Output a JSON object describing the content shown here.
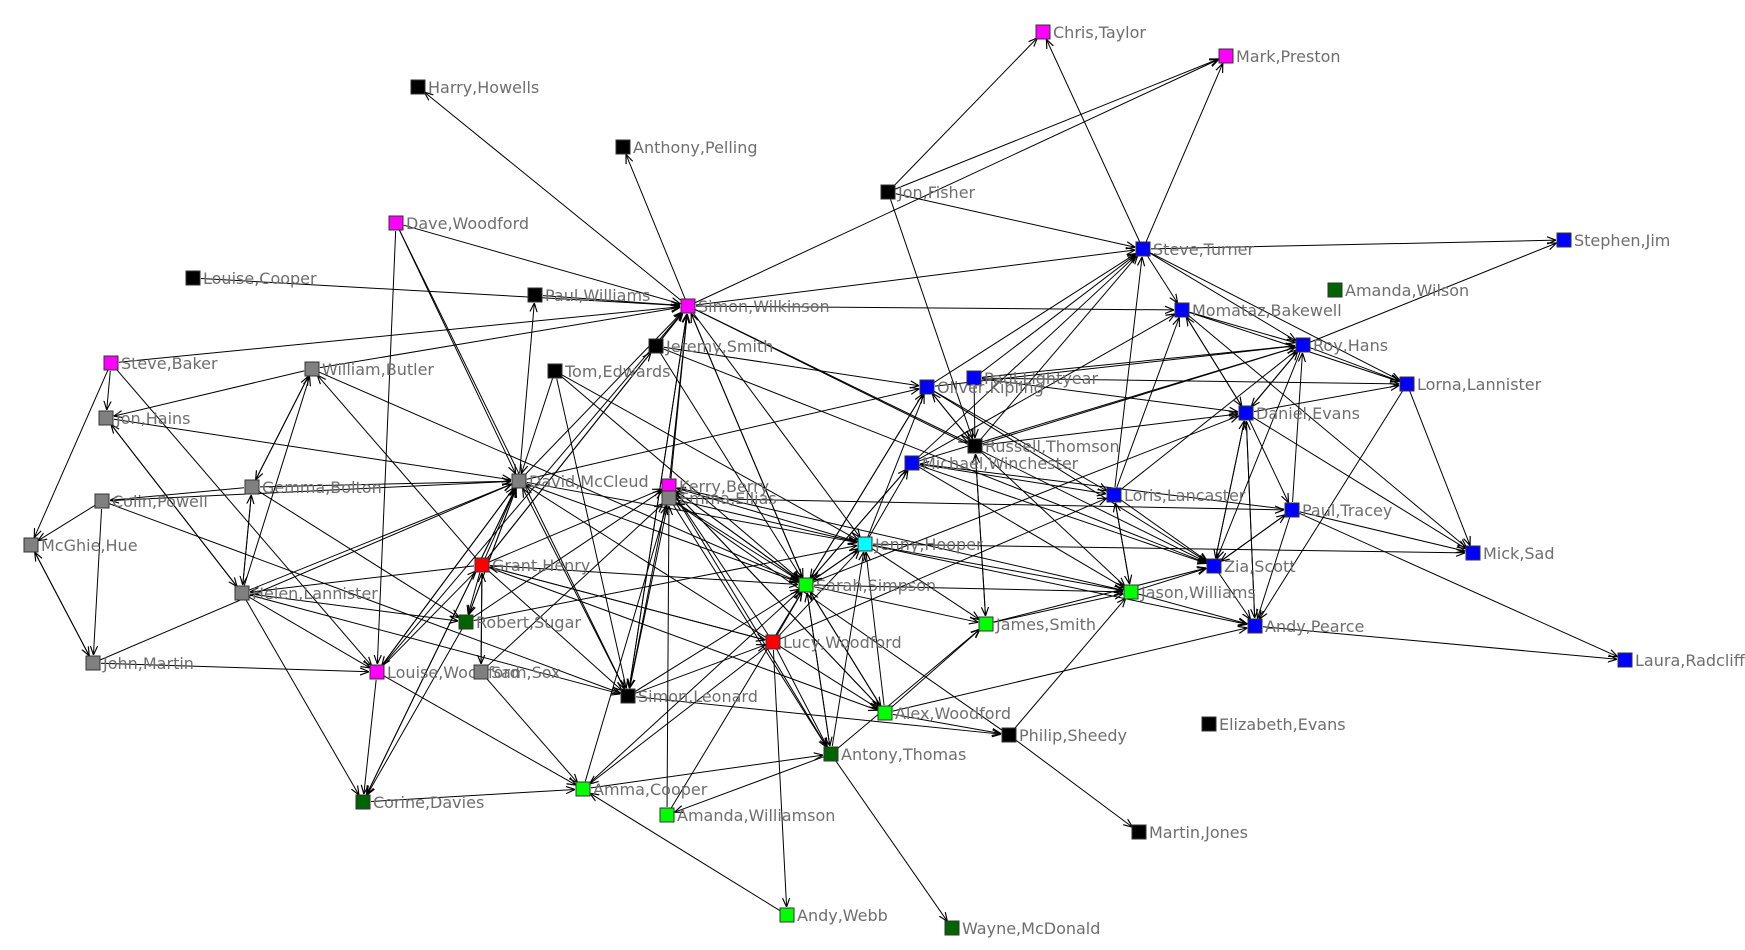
{
  "colors": {
    "magenta": "#ff00ff",
    "black": "#000000",
    "gray": "#808080",
    "red": "#ff0000",
    "blue": "#0000ff",
    "cyan": "#00ffff",
    "green": "#00ff00",
    "darkgreen": "#006400",
    "edge": "#000000",
    "label": "#6e6e6e"
  },
  "nodes": [
    {
      "id": "chris_taylor",
      "label": "Chris,Taylor",
      "color": "magenta"
    },
    {
      "id": "mark_preston",
      "label": "Mark,Preston",
      "color": "magenta"
    },
    {
      "id": "harry_howells",
      "label": "Harry,Howells",
      "color": "black"
    },
    {
      "id": "anthony_pelling",
      "label": "Anthony,Pelling",
      "color": "black"
    },
    {
      "id": "jon_fisher",
      "label": "Jon,Fisher",
      "color": "black"
    },
    {
      "id": "dave_woodford",
      "label": "Dave,Woodford",
      "color": "magenta"
    },
    {
      "id": "steve_turner",
      "label": "Steve,Turner",
      "color": "blue"
    },
    {
      "id": "stephen_jim",
      "label": "Stephen,Jim",
      "color": "blue"
    },
    {
      "id": "louise_cooper",
      "label": "Louise,Cooper",
      "color": "black"
    },
    {
      "id": "amanda_wilson",
      "label": "Amanda,Wilson",
      "color": "darkgreen"
    },
    {
      "id": "paul_williams",
      "label": "Paul,Williams",
      "color": "black"
    },
    {
      "id": "simon_wilkinson",
      "label": "Simon,Wilkinson",
      "color": "magenta"
    },
    {
      "id": "momataz_bakewell",
      "label": "Momataz,Bakewell",
      "color": "blue"
    },
    {
      "id": "jeremy_smith",
      "label": "Jeremy,Smith",
      "color": "black"
    },
    {
      "id": "roy_hans",
      "label": "Roy,Hans",
      "color": "blue"
    },
    {
      "id": "steve_baker",
      "label": "Steve,Baker",
      "color": "magenta"
    },
    {
      "id": "william_butler",
      "label": "William,Butler",
      "color": "gray"
    },
    {
      "id": "tom_edwards",
      "label": "Tom,Edwards",
      "color": "black"
    },
    {
      "id": "paul_lightyear",
      "label": "Paul,Lightyear",
      "color": "blue"
    },
    {
      "id": "oliver_kipling",
      "label": "Oliver,Kipling",
      "color": "blue"
    },
    {
      "id": "lorna_lannister",
      "label": "Lorna,Lannister",
      "color": "blue"
    },
    {
      "id": "jon_hains",
      "label": "Jon,Hains",
      "color": "gray"
    },
    {
      "id": "daniel_evans",
      "label": "Daniel,Evans",
      "color": "blue"
    },
    {
      "id": "russell_thomson",
      "label": "Russell,Thomson",
      "color": "black"
    },
    {
      "id": "michael_winchester",
      "label": "Michael,Winchester",
      "color": "blue"
    },
    {
      "id": "gemma_bolton",
      "label": "Gemma,Bolton",
      "color": "gray"
    },
    {
      "id": "david_mccleud",
      "label": "David,McCleud",
      "color": "gray"
    },
    {
      "id": "kerry_berry",
      "label": "Kerry,Berry",
      "color": "magenta"
    },
    {
      "id": "emma_ellias",
      "label": "Emma,Ellias",
      "color": "gray"
    },
    {
      "id": "colin_powell",
      "label": "Colin,Powell",
      "color": "gray"
    },
    {
      "id": "loris_lancaster",
      "label": "Loris,Lancaster",
      "color": "blue"
    },
    {
      "id": "paul_tracey",
      "label": "Paul,Tracey",
      "color": "blue"
    },
    {
      "id": "mcghie_hue",
      "label": "McGhie,Hue",
      "color": "gray"
    },
    {
      "id": "jenny_hooper",
      "label": "Jenny,Hooper",
      "color": "cyan"
    },
    {
      "id": "mick_sad",
      "label": "Mick,Sad",
      "color": "blue"
    },
    {
      "id": "grant_henry",
      "label": "Grant,Henry",
      "color": "red"
    },
    {
      "id": "zia_scott",
      "label": "Zia,Scott",
      "color": "blue"
    },
    {
      "id": "sarah_simpson",
      "label": "Sarah,Simpson",
      "color": "green"
    },
    {
      "id": "jason_williams",
      "label": "Jason,Williams",
      "color": "green"
    },
    {
      "id": "helen_lannister",
      "label": "Helen,Lannister",
      "color": "gray"
    },
    {
      "id": "robert_sugar",
      "label": "Robert,Sugar",
      "color": "darkgreen"
    },
    {
      "id": "james_smith",
      "label": "James,Smith",
      "color": "green"
    },
    {
      "id": "andy_pearce",
      "label": "Andy,Pearce",
      "color": "blue"
    },
    {
      "id": "lucy_woodford",
      "label": "Lucy,Woodford",
      "color": "red"
    },
    {
      "id": "laura_radcliffe",
      "label": "Laura,Radcliffe",
      "color": "blue"
    },
    {
      "id": "john_martin",
      "label": "John,Martin",
      "color": "gray"
    },
    {
      "id": "louise_woodford",
      "label": "Louise,Woodford",
      "color": "magenta"
    },
    {
      "id": "sam_sox",
      "label": "Sam,Sox",
      "color": "gray"
    },
    {
      "id": "simon_leonard",
      "label": "Simon,Leonard",
      "color": "black"
    },
    {
      "id": "alex_woodford",
      "label": "Alex,Woodford",
      "color": "green"
    },
    {
      "id": "elizabeth_evans",
      "label": "Elizabeth,Evans",
      "color": "black"
    },
    {
      "id": "philip_sheedy",
      "label": "Philip,Sheedy",
      "color": "black"
    },
    {
      "id": "antony_thomas",
      "label": "Antony,Thomas",
      "color": "darkgreen"
    },
    {
      "id": "corine_davies",
      "label": "Corine,Davies",
      "color": "darkgreen"
    },
    {
      "id": "amma_cooper",
      "label": "Amma,Cooper",
      "color": "green"
    },
    {
      "id": "amanda_williamson",
      "label": "Amanda,Williamson",
      "color": "green"
    },
    {
      "id": "martin_jones",
      "label": "Martin,Jones",
      "color": "black"
    },
    {
      "id": "andy_webb",
      "label": "Andy,Webb",
      "color": "green"
    },
    {
      "id": "wayne_mcdonald",
      "label": "Wayne,McDonald",
      "color": "darkgreen"
    }
  ],
  "edges": [
    [
      "jon_fisher",
      "chris_taylor"
    ],
    [
      "jon_fisher",
      "mark_preston"
    ],
    [
      "jon_fisher",
      "steve_turner"
    ],
    [
      "jon_fisher",
      "russell_thomson"
    ],
    [
      "steve_turner",
      "chris_taylor"
    ],
    [
      "steve_turner",
      "mark_preston"
    ],
    [
      "steve_turner",
      "stephen_jim"
    ],
    [
      "steve_turner",
      "momataz_bakewell"
    ],
    [
      "steve_turner",
      "roy_hans"
    ],
    [
      "steve_turner",
      "lorna_lannister"
    ],
    [
      "simon_wilkinson",
      "harry_howells"
    ],
    [
      "simon_wilkinson",
      "anthony_pelling"
    ],
    [
      "simon_wilkinson",
      "mark_preston"
    ],
    [
      "simon_wilkinson",
      "steve_turner"
    ],
    [
      "simon_wilkinson",
      "momataz_bakewell"
    ],
    [
      "simon_wilkinson",
      "russell_thomson"
    ],
    [
      "simon_wilkinson",
      "sarah_simpson"
    ],
    [
      "simon_wilkinson",
      "jenny_hooper"
    ],
    [
      "simon_wilkinson",
      "simon_leonard"
    ],
    [
      "simon_wilkinson",
      "zia_scott"
    ],
    [
      "louise_cooper",
      "simon_wilkinson"
    ],
    [
      "paul_williams",
      "simon_wilkinson"
    ],
    [
      "dave_woodford",
      "simon_wilkinson"
    ],
    [
      "dave_woodford",
      "david_mccleud"
    ],
    [
      "dave_woodford",
      "louise_woodford"
    ],
    [
      "dave_woodford",
      "simon_leonard"
    ],
    [
      "steve_baker",
      "simon_wilkinson"
    ],
    [
      "steve_baker",
      "mcghie_hue"
    ],
    [
      "steve_baker",
      "jon_hains"
    ],
    [
      "steve_baker",
      "louise_woodford"
    ],
    [
      "william_butler",
      "simon_wilkinson"
    ],
    [
      "william_butler",
      "gemma_bolton"
    ],
    [
      "william_butler",
      "jon_hains"
    ],
    [
      "william_butler",
      "sarah_simpson"
    ],
    [
      "jeremy_smith",
      "simon_wilkinson"
    ],
    [
      "jeremy_smith",
      "oliver_kipling"
    ],
    [
      "jeremy_smith",
      "sarah_simpson"
    ],
    [
      "jeremy_smith",
      "zia_scott"
    ],
    [
      "tom_edwards",
      "david_mccleud"
    ],
    [
      "tom_edwards",
      "sarah_simpson"
    ],
    [
      "tom_edwards",
      "jenny_hooper"
    ],
    [
      "tom_edwards",
      "simon_leonard"
    ],
    [
      "jon_hains",
      "david_mccleud"
    ],
    [
      "jon_hains",
      "helen_lannister"
    ],
    [
      "colin_powell",
      "mcghie_hue"
    ],
    [
      "colin_powell",
      "john_martin"
    ],
    [
      "colin_powell",
      "david_mccleud"
    ],
    [
      "colin_powell",
      "simon_leonard"
    ],
    [
      "gemma_bolton",
      "david_mccleud"
    ],
    [
      "gemma_bolton",
      "helen_lannister"
    ],
    [
      "gemma_bolton",
      "william_butler"
    ],
    [
      "gemma_bolton",
      "robert_sugar"
    ],
    [
      "gemma_bolton",
      "colin_powell"
    ],
    [
      "mcghie_hue",
      "john_martin"
    ],
    [
      "john_martin",
      "mcghie_hue"
    ],
    [
      "john_martin",
      "louise_woodford"
    ],
    [
      "john_martin",
      "david_mccleud"
    ],
    [
      "helen_lannister",
      "david_mccleud"
    ],
    [
      "helen_lannister",
      "robert_sugar"
    ],
    [
      "helen_lannister",
      "corine_davies"
    ],
    [
      "helen_lannister",
      "louise_woodford"
    ],
    [
      "helen_lannister",
      "gemma_bolton"
    ],
    [
      "helen_lannister",
      "william_butler"
    ],
    [
      "helen_lannister",
      "jon_hains"
    ],
    [
      "helen_lannister",
      "simon_leonard"
    ],
    [
      "david_mccleud",
      "simon_wilkinson"
    ],
    [
      "david_mccleud",
      "oliver_kipling"
    ],
    [
      "david_mccleud",
      "paul_williams"
    ],
    [
      "david_mccleud",
      "sarah_simpson"
    ],
    [
      "david_mccleud",
      "jenny_hooper"
    ],
    [
      "david_mccleud",
      "louise_woodford"
    ],
    [
      "david_mccleud",
      "robert_sugar"
    ],
    [
      "david_mccleud",
      "corine_davies"
    ],
    [
      "grant_henry",
      "david_mccleud"
    ],
    [
      "grant_henry",
      "simon_wilkinson"
    ],
    [
      "grant_henry",
      "jeremy_smith"
    ],
    [
      "grant_henry",
      "kerry_berry"
    ],
    [
      "grant_henry",
      "sarah_simpson"
    ],
    [
      "grant_henry",
      "robert_sugar"
    ],
    [
      "grant_henry",
      "sam_sox"
    ],
    [
      "grant_henry",
      "simon_leonard"
    ],
    [
      "grant_henry",
      "lucy_woodford"
    ],
    [
      "grant_henry",
      "alex_woodford"
    ],
    [
      "grant_henry",
      "william_butler"
    ],
    [
      "grant_henry",
      "helen_lannister"
    ],
    [
      "robert_sugar",
      "david_mccleud"
    ],
    [
      "robert_sugar",
      "kerry_berry"
    ],
    [
      "robert_sugar",
      "jenny_hooper"
    ],
    [
      "robert_sugar",
      "corine_davies"
    ],
    [
      "louise_woodford",
      "simon_wilkinson"
    ],
    [
      "louise_woodford",
      "david_mccleud"
    ],
    [
      "louise_woodford",
      "corine_davies"
    ],
    [
      "louise_woodford",
      "amma_cooper"
    ],
    [
      "louise_woodford",
      "grant_henry"
    ],
    [
      "sam_sox",
      "emma_ellias"
    ],
    [
      "sam_sox",
      "amma_cooper"
    ],
    [
      "sam_sox",
      "grant_henry"
    ],
    [
      "kerry_berry",
      "simon_wilkinson"
    ],
    [
      "kerry_berry",
      "sarah_simpson"
    ],
    [
      "kerry_berry",
      "alex_woodford"
    ],
    [
      "kerry_berry",
      "jason_williams"
    ],
    [
      "emma_ellias",
      "simon_wilkinson"
    ],
    [
      "emma_ellias",
      "sarah_simpson"
    ],
    [
      "emma_ellias",
      "jenny_hooper"
    ],
    [
      "emma_ellias",
      "simon_leonard"
    ],
    [
      "emma_ellias",
      "paul_tracey"
    ],
    [
      "emma_ellias",
      "antony_thomas"
    ],
    [
      "simon_leonard",
      "kerry_berry"
    ],
    [
      "simon_leonard",
      "simon_wilkinson"
    ],
    [
      "simon_leonard",
      "sarah_simpson"
    ],
    [
      "simon_leonard",
      "lucy_woodford"
    ],
    [
      "simon_leonard",
      "philip_sheedy"
    ],
    [
      "simon_leonard",
      "david_mccleud"
    ],
    [
      "sarah_simpson",
      "simon_wilkinson"
    ],
    [
      "sarah_simpson",
      "jenny_hooper"
    ],
    [
      "sarah_simpson",
      "jason_williams"
    ],
    [
      "sarah_simpson",
      "james_smith"
    ],
    [
      "sarah_simpson",
      "oliver_kipling"
    ],
    [
      "sarah_simpson",
      "michael_winchester"
    ],
    [
      "sarah_simpson",
      "antony_thomas"
    ],
    [
      "sarah_simpson",
      "alex_woodford"
    ],
    [
      "sarah_simpson",
      "kerry_berry"
    ],
    [
      "sarah_simpson",
      "daniel_evans"
    ],
    [
      "jenny_hooper",
      "oliver_kipling"
    ],
    [
      "jenny_hooper",
      "michael_winchester"
    ],
    [
      "jenny_hooper",
      "mick_sad"
    ],
    [
      "jenny_hooper",
      "jason_williams"
    ],
    [
      "jenny_hooper",
      "james_smith"
    ],
    [
      "jenny_hooper",
      "andy_pearce"
    ],
    [
      "jenny_hooper",
      "sarah_simpson"
    ],
    [
      "jenny_hooper",
      "kerry_berry"
    ],
    [
      "lucy_woodford",
      "kerry_berry"
    ],
    [
      "lucy_woodford",
      "sarah_simpson"
    ],
    [
      "lucy_woodford",
      "jenny_hooper"
    ],
    [
      "lucy_woodford",
      "andy_webb"
    ],
    [
      "lucy_woodford",
      "antony_thomas"
    ],
    [
      "lucy_woodford",
      "alex_woodford"
    ],
    [
      "lucy_woodford",
      "amma_cooper"
    ],
    [
      "lucy_woodford",
      "grant_henry"
    ],
    [
      "lucy_woodford",
      "loris_lancaster"
    ],
    [
      "lucy_woodford",
      "david_mccleud"
    ],
    [
      "alex_woodford",
      "sarah_simpson"
    ],
    [
      "alex_woodford",
      "jenny_hooper"
    ],
    [
      "alex_woodford",
      "james_smith"
    ],
    [
      "alex_woodford",
      "kerry_berry"
    ],
    [
      "alex_woodford",
      "andy_pearce"
    ],
    [
      "alex_woodford",
      "philip_sheedy"
    ],
    [
      "antony_thomas",
      "sarah_simpson"
    ],
    [
      "antony_thomas",
      "wayne_mcdonald"
    ],
    [
      "antony_thomas",
      "amanda_williamson"
    ],
    [
      "antony_thomas",
      "jenny_hooper"
    ],
    [
      "antony_thomas",
      "james_smith"
    ],
    [
      "antony_thomas",
      "kerry_berry"
    ],
    [
      "amma_cooper",
      "sarah_simpson"
    ],
    [
      "amma_cooper",
      "antony_thomas"
    ],
    [
      "amma_cooper",
      "emma_ellias"
    ],
    [
      "amanda_williamson",
      "sarah_simpson"
    ],
    [
      "amanda_williamson",
      "emma_ellias"
    ],
    [
      "andy_webb",
      "amma_cooper"
    ],
    [
      "corine_davies",
      "amma_cooper"
    ],
    [
      "corine_davies",
      "david_mccleud"
    ],
    [
      "philip_sheedy",
      "martin_jones"
    ],
    [
      "philip_sheedy",
      "emma_ellias"
    ],
    [
      "philip_sheedy",
      "jason_williams"
    ],
    [
      "james_smith",
      "jason_williams"
    ],
    [
      "james_smith",
      "russell_thomson"
    ],
    [
      "james_smith",
      "zia_scott"
    ],
    [
      "russell_thomson",
      "oliver_kipling"
    ],
    [
      "russell_thomson",
      "steve_turner"
    ],
    [
      "russell_thomson",
      "daniel_evans"
    ],
    [
      "russell_thomson",
      "roy_hans"
    ],
    [
      "russell_thomson",
      "james_smith"
    ],
    [
      "russell_thomson",
      "jason_williams"
    ],
    [
      "oliver_kipling",
      "steve_turner"
    ],
    [
      "oliver_kipling",
      "roy_hans"
    ],
    [
      "oliver_kipling",
      "loris_lancaster"
    ],
    [
      "oliver_kipling",
      "russell_thomson"
    ],
    [
      "oliver_kipling",
      "sarah_simpson"
    ],
    [
      "oliver_kipling",
      "zia_scott"
    ],
    [
      "paul_lightyear",
      "steve_turner"
    ],
    [
      "paul_lightyear",
      "roy_hans"
    ],
    [
      "paul_lightyear",
      "lorna_lannister"
    ],
    [
      "paul_lightyear",
      "daniel_evans"
    ],
    [
      "paul_lightyear",
      "russell_thomson"
    ],
    [
      "michael_winchester",
      "steve_turner"
    ],
    [
      "michael_winchester",
      "momataz_bakewell"
    ],
    [
      "michael_winchester",
      "loris_lancaster"
    ],
    [
      "michael_winchester",
      "zia_scott"
    ],
    [
      "michael_winchester",
      "roy_hans"
    ],
    [
      "michael_winchester",
      "sarah_simpson"
    ],
    [
      "michael_winchester",
      "jason_williams"
    ],
    [
      "loris_lancaster",
      "momataz_bakewell"
    ],
    [
      "loris_lancaster",
      "jason_williams"
    ],
    [
      "loris_lancaster",
      "zia_scott"
    ],
    [
      "loris_lancaster",
      "roy_hans"
    ],
    [
      "loris_lancaster",
      "steve_turner"
    ],
    [
      "daniel_evans",
      "momataz_bakewell"
    ],
    [
      "daniel_evans",
      "roy_hans"
    ],
    [
      "daniel_evans",
      "paul_tracey"
    ],
    [
      "daniel_evans",
      "zia_scott"
    ],
    [
      "daniel_evans",
      "andy_pearce"
    ],
    [
      "daniel_evans",
      "lorna_lannister"
    ],
    [
      "daniel_evans",
      "mick_sad"
    ],
    [
      "momataz_bakewell",
      "roy_hans"
    ],
    [
      "momataz_bakewell",
      "lorna_lannister"
    ],
    [
      "momataz_bakewell",
      "daniel_evans"
    ],
    [
      "momataz_bakewell",
      "mick_sad"
    ],
    [
      "roy_hans",
      "stephen_jim"
    ],
    [
      "roy_hans",
      "lorna_lannister"
    ],
    [
      "roy_hans",
      "daniel_evans"
    ],
    [
      "roy_hans",
      "zia_scott"
    ],
    [
      "lorna_lannister",
      "mick_sad"
    ],
    [
      "lorna_lannister",
      "andy_pearce"
    ],
    [
      "paul_tracey",
      "zia_scott"
    ],
    [
      "paul_tracey",
      "mick_sad"
    ],
    [
      "paul_tracey",
      "laura_radcliffe"
    ],
    [
      "paul_tracey",
      "roy_hans"
    ],
    [
      "paul_tracey",
      "andy_pearce"
    ],
    [
      "paul_tracey",
      "michael_winchester"
    ],
    [
      "zia_scott",
      "andy_pearce"
    ],
    [
      "zia_scott",
      "paul_tracey"
    ],
    [
      "zia_scott",
      "daniel_evans"
    ],
    [
      "jason_williams",
      "zia_scott"
    ],
    [
      "jason_williams",
      "loris_lancaster"
    ],
    [
      "jason_williams",
      "andy_pearce"
    ],
    [
      "andy_pearce",
      "laura_radcliffe"
    ],
    [
      "andy_pearce",
      "daniel_evans"
    ]
  ]
}
